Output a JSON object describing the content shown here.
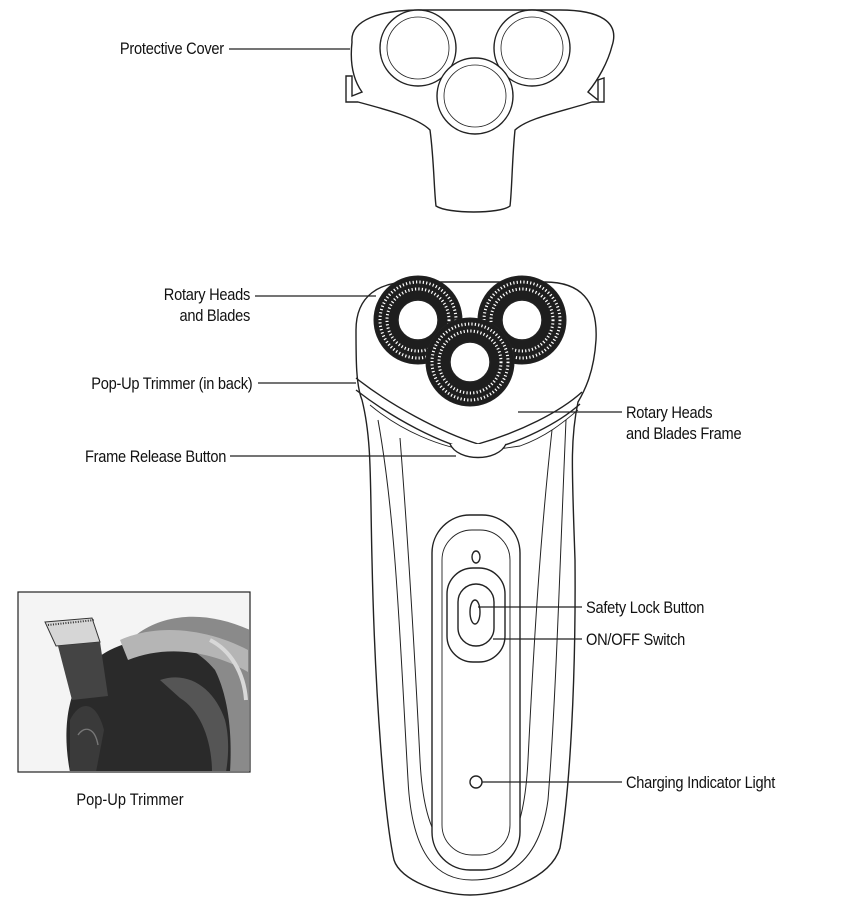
{
  "labels": {
    "protective_cover": "Protective Cover",
    "rotary_heads": {
      "line1": "Rotary Heads",
      "line2": "and Blades"
    },
    "popup_trimmer_back": "Pop-Up Trimmer (in back)",
    "frame_release": "Frame Release Button",
    "rotary_frame": {
      "line1": "Rotary Heads",
      "line2": "and Blades Frame"
    },
    "safety_lock": "Safety Lock Button",
    "on_off": "ON/OFF Switch",
    "charging_light": "Charging Indicator Light"
  },
  "inset": {
    "caption": "Pop-Up Trimmer"
  },
  "colors": {
    "line": "#222222",
    "fill": "#ffffff",
    "photo_dark": "#2a2a2a",
    "photo_mid": "#8a8a8a"
  }
}
